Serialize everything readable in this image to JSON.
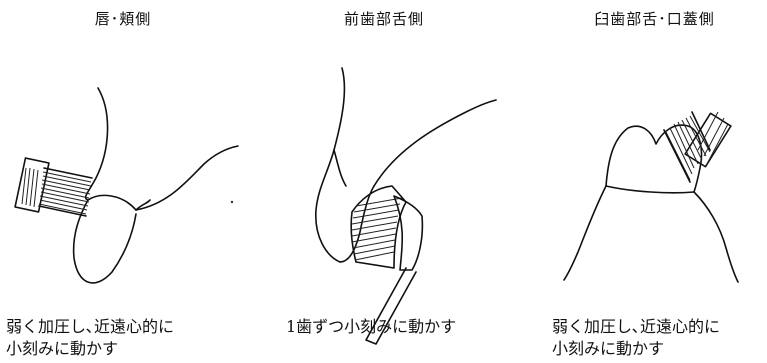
{
  "panels": [
    {
      "heading": "唇･頬側",
      "caption": "弱く加圧し､近遠心的に\n小刻みに動かす"
    },
    {
      "heading": "前歯部舌側",
      "caption": "1歯ずつ小刻みに動かす"
    },
    {
      "heading": "臼歯部舌･口蓋側",
      "caption": "弱く加圧し､近遠心的に\n小刻みに動かす"
    }
  ]
}
